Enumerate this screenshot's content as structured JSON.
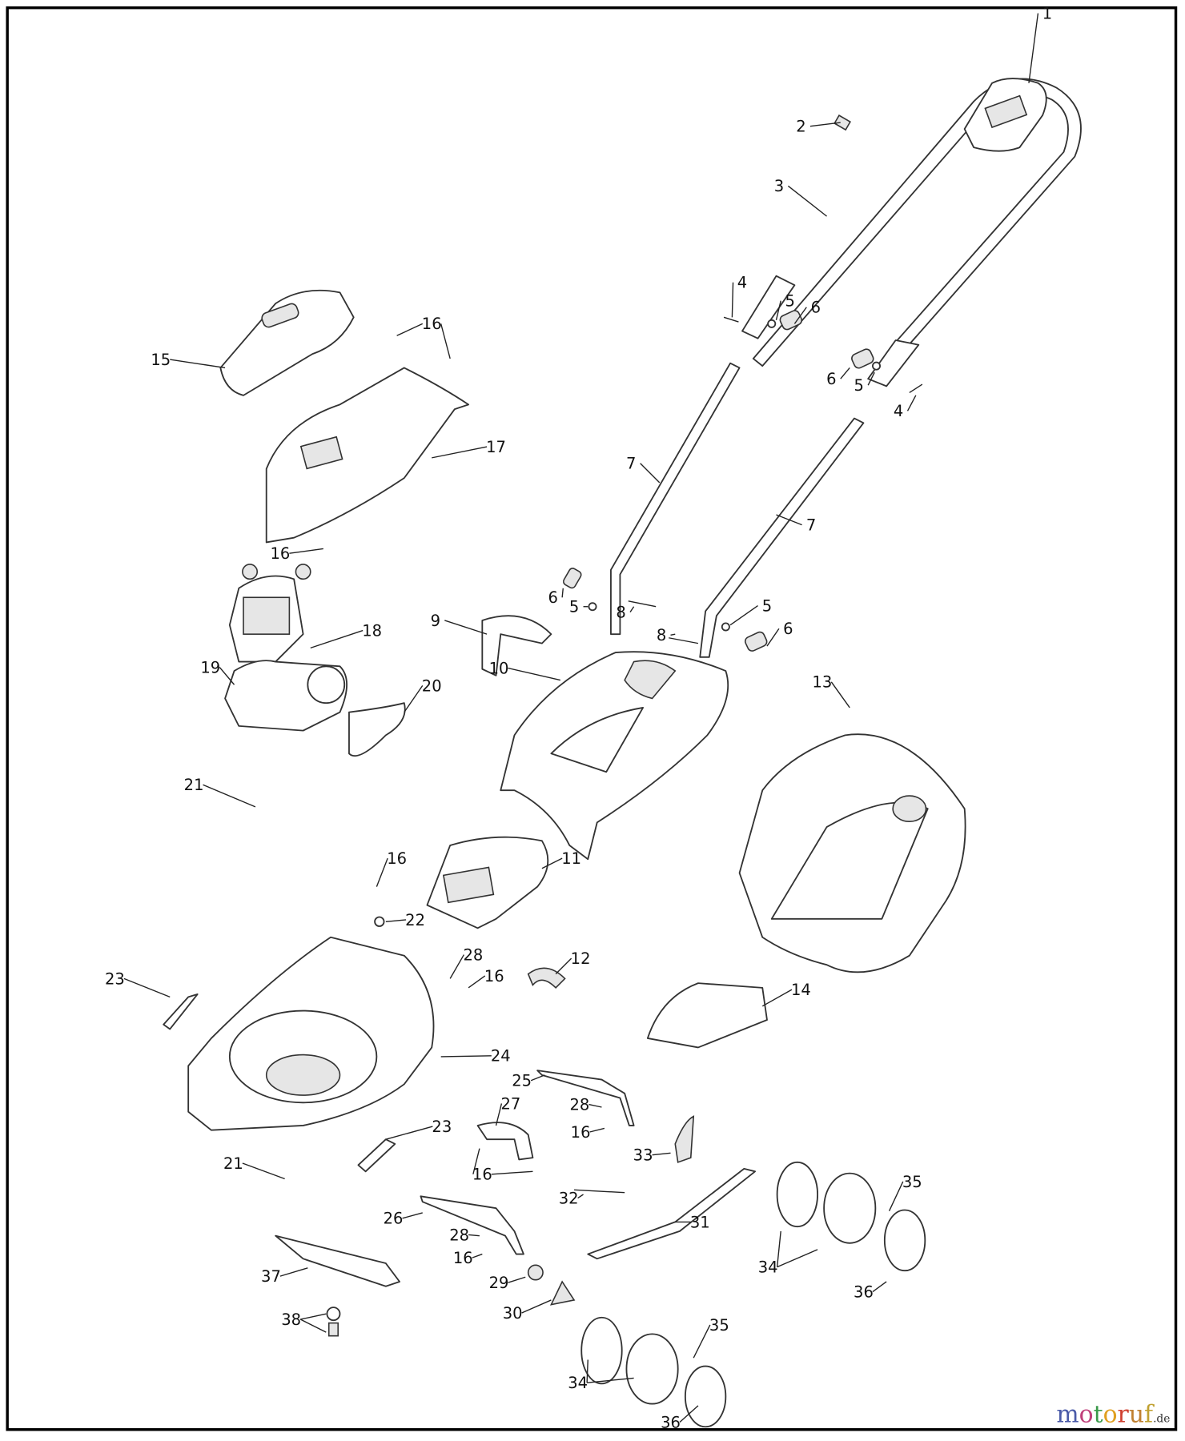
{
  "diagram": {
    "type": "exploded parts diagram",
    "callouts": [
      "1",
      "2",
      "3",
      "4",
      "5",
      "6",
      "6",
      "5",
      "4",
      "16",
      "15",
      "17",
      "7",
      "7",
      "16",
      "6",
      "5",
      "8",
      "8",
      "5",
      "6",
      "18",
      "9",
      "19",
      "20",
      "10",
      "13",
      "21",
      "16",
      "11",
      "22",
      "28",
      "16",
      "12",
      "23",
      "14",
      "24",
      "25",
      "28",
      "16",
      "27",
      "23",
      "16",
      "33",
      "21",
      "32",
      "31",
      "35",
      "34",
      "36",
      "26",
      "28",
      "16",
      "37",
      "29",
      "38",
      "30",
      "35",
      "34",
      "36"
    ]
  },
  "watermark": {
    "name": "motoruf",
    "tld": ".de",
    "colors": [
      "#4a5aa8",
      "#c0407a",
      "#3a9a4a",
      "#e0a020",
      "#d04030",
      "#c0a030"
    ]
  }
}
